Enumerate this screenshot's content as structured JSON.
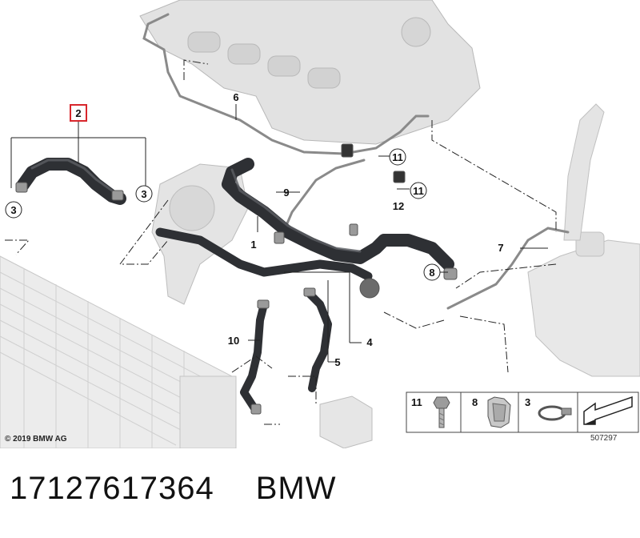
{
  "diagram": {
    "callouts": [
      "1",
      "2",
      "3",
      "3",
      "4",
      "5",
      "6",
      "7",
      "8",
      "9",
      "10",
      "11",
      "11",
      "12"
    ],
    "legend": [
      "11",
      "8",
      "3"
    ],
    "copyright": "© 2019 BMW AG",
    "diagram_number": "507297"
  },
  "caption": {
    "part_number": "17127617364",
    "brand": "BMW"
  },
  "colors": {
    "hose": "#2e3034",
    "engine": "#cfcfcf",
    "highlight_box": "#d8262c"
  }
}
